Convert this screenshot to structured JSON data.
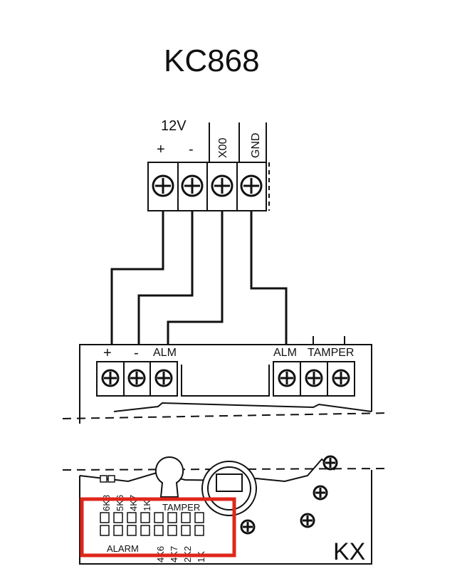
{
  "title": "KC868",
  "connector": {
    "voltage_label": "12V",
    "plus_label": "+",
    "minus_label": "-",
    "x00_label": "X00",
    "gnd_label": "GND"
  },
  "sensor": {
    "plus_label": "+",
    "minus_label": "-",
    "alm_label": "ALM",
    "alm2_label": "ALM",
    "tamper_label": "TAMPER",
    "model_label": "KX"
  },
  "jumpers": {
    "alarm_label": "ALARM",
    "tamper_label": "TAMPER",
    "alarm_values": [
      "6K8",
      "5K6",
      "4K7",
      "1K"
    ],
    "tamper_values": [
      "4K6",
      "4K7",
      "2K2",
      "1K"
    ]
  },
  "colors": {
    "highlight": "#e0261b",
    "ink": "#111111"
  }
}
